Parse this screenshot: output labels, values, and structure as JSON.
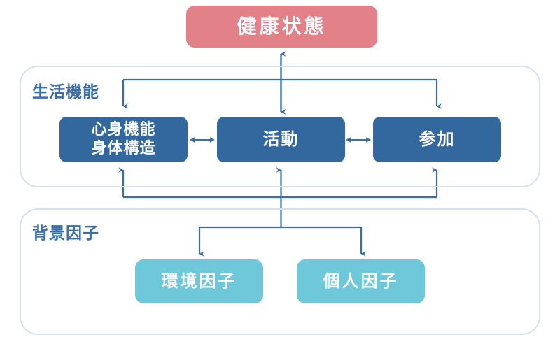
{
  "diagram": {
    "title_text": "健康状態",
    "colors": {
      "health": "#e28187",
      "function_node": "#33689f",
      "context_node": "#6ec8da",
      "panel_border": "#d8e1ee",
      "label_text": "#3a6ea5",
      "arrow": "#3a6ea5"
    },
    "health": {
      "label": "健康状態"
    },
    "panels": [
      {
        "id": "function",
        "label": "生活機能",
        "nodes": [
          {
            "id": "body",
            "label": "心身機能\n身体構造"
          },
          {
            "id": "activity",
            "label": "活動"
          },
          {
            "id": "participation",
            "label": "参加"
          }
        ]
      },
      {
        "id": "context",
        "label": "背景因子",
        "nodes": [
          {
            "id": "environment",
            "label": "環境因子"
          },
          {
            "id": "personal",
            "label": "個人因子"
          }
        ]
      }
    ],
    "connectors": [
      {
        "id": "health-activity-bidirectional",
        "kind": "double-vertical"
      },
      {
        "id": "health-to-function-bracket",
        "kind": "bracket-down-three"
      },
      {
        "id": "body-activity",
        "kind": "double-horizontal"
      },
      {
        "id": "activity-participation",
        "kind": "double-horizontal"
      },
      {
        "id": "function-to-context-bracket",
        "kind": "bracket-up-three-down-two"
      }
    ]
  }
}
